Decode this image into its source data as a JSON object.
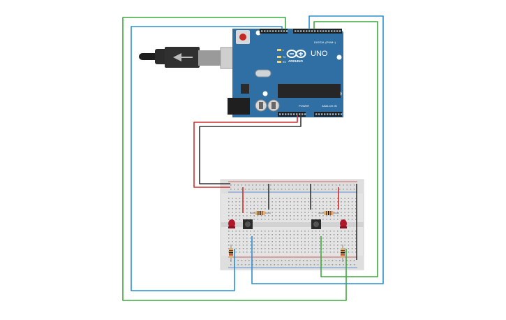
{
  "board": {
    "brand_label": "ARDUINO",
    "model_label": "UNO",
    "digital_label": "DIGITAL (PWM~)",
    "power_label": "POWER",
    "analog_label": "ANALOG IN",
    "tx_label": "TX",
    "rx_label": "RX",
    "l_label": "L"
  },
  "colors": {
    "board": "#2f6fa3",
    "wire_red": "#d22d2d",
    "wire_black": "#333333",
    "wire_green": "#3daa3d",
    "wire_blue": "#2a8fd0",
    "led_red": "#b0182a",
    "breadboard": "#e4e4e4"
  }
}
